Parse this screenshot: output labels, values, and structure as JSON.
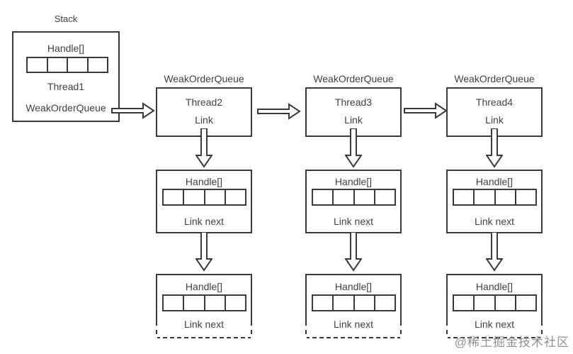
{
  "stack": {
    "title": "Stack",
    "handle_label": "Handle[]",
    "thread_label": "Thread1",
    "queue_label": "WeakOrderQueue",
    "cells": 4
  },
  "queues": [
    {
      "title": "WeakOrderQueue",
      "thread": "Thread2",
      "link": "Link",
      "levels": [
        {
          "handle": "Handle[]",
          "next": "Link next"
        },
        {
          "handle": "Handle[]",
          "next": "Link next"
        }
      ]
    },
    {
      "title": "WeakOrderQueue",
      "thread": "Thread3",
      "link": "Link",
      "levels": [
        {
          "handle": "Handle[]",
          "next": "Link next"
        },
        {
          "handle": "Handle[]",
          "next": "Link next"
        }
      ]
    },
    {
      "title": "WeakOrderQueue",
      "thread": "Thread4",
      "link": "Link",
      "levels": [
        {
          "handle": "Handle[]",
          "next": "Link next"
        },
        {
          "handle": "Handle[]",
          "next": "Link next"
        }
      ]
    }
  ],
  "watermark": "@稀土掘金技术社区",
  "colors": {
    "line": "#3a3a3a",
    "text": "#3f4145",
    "watermark": "#8d9196"
  }
}
